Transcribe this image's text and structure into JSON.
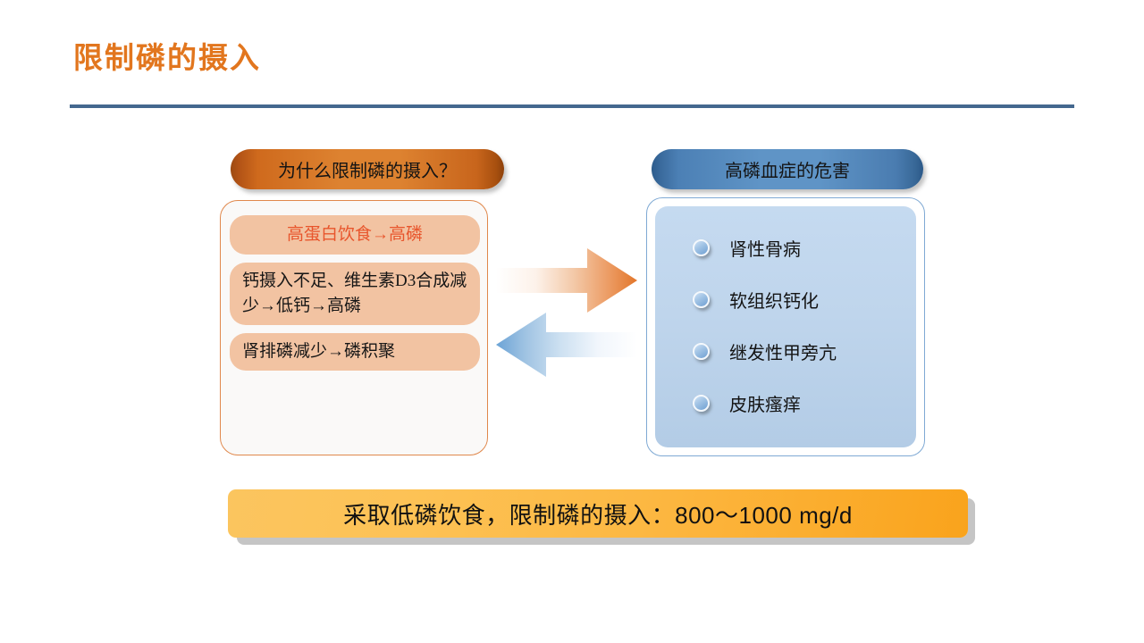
{
  "slide": {
    "title": "限制磷的摄入",
    "title_color": "#E2761E",
    "rule_color": "#44688F",
    "background": "#FFFFFF"
  },
  "left_column": {
    "banner": {
      "label": "为什么限制磷的摄入？",
      "color": "#DD8230"
    },
    "items": [
      {
        "text": "高蛋白饮食→高磷",
        "emphasis": true,
        "text_color": "#E8552C"
      },
      {
        "text": "钙摄入不足、维生素D3合成减少→低钙→高磷",
        "emphasis": false,
        "text_color": "#161616"
      },
      {
        "text": "肾排磷减少→磷积聚",
        "emphasis": false,
        "text_color": "#161616"
      }
    ],
    "item_background": "#F2C3A2",
    "panel_border": "#E0884C"
  },
  "connector": {
    "forward_arrow": {
      "name": "right-arrow",
      "direction": "right",
      "gradient_from": "#FFFFFF",
      "gradient_to": "#E57E33"
    },
    "back_arrow": {
      "name": "left-arrow",
      "direction": "left",
      "gradient_from": "#FFFFFF",
      "gradient_to": "#6BA3D6"
    }
  },
  "right_column": {
    "banner": {
      "label": "高磷血症的危害",
      "color": "#5F94C6"
    },
    "bullet_icon": "sphere-bullet-icon",
    "items": [
      {
        "text": "肾性骨病"
      },
      {
        "text": "软组织钙化"
      },
      {
        "text": "继发性甲旁亢"
      },
      {
        "text": "皮肤瘙痒"
      }
    ],
    "panel_border": "#7FA9D4",
    "panel_fill": "#BFD5EC"
  },
  "bottom_banner": {
    "text": "采取低磷饮食，限制磷的摄入：800～1000 mg/d",
    "color": "#FBB63F"
  }
}
